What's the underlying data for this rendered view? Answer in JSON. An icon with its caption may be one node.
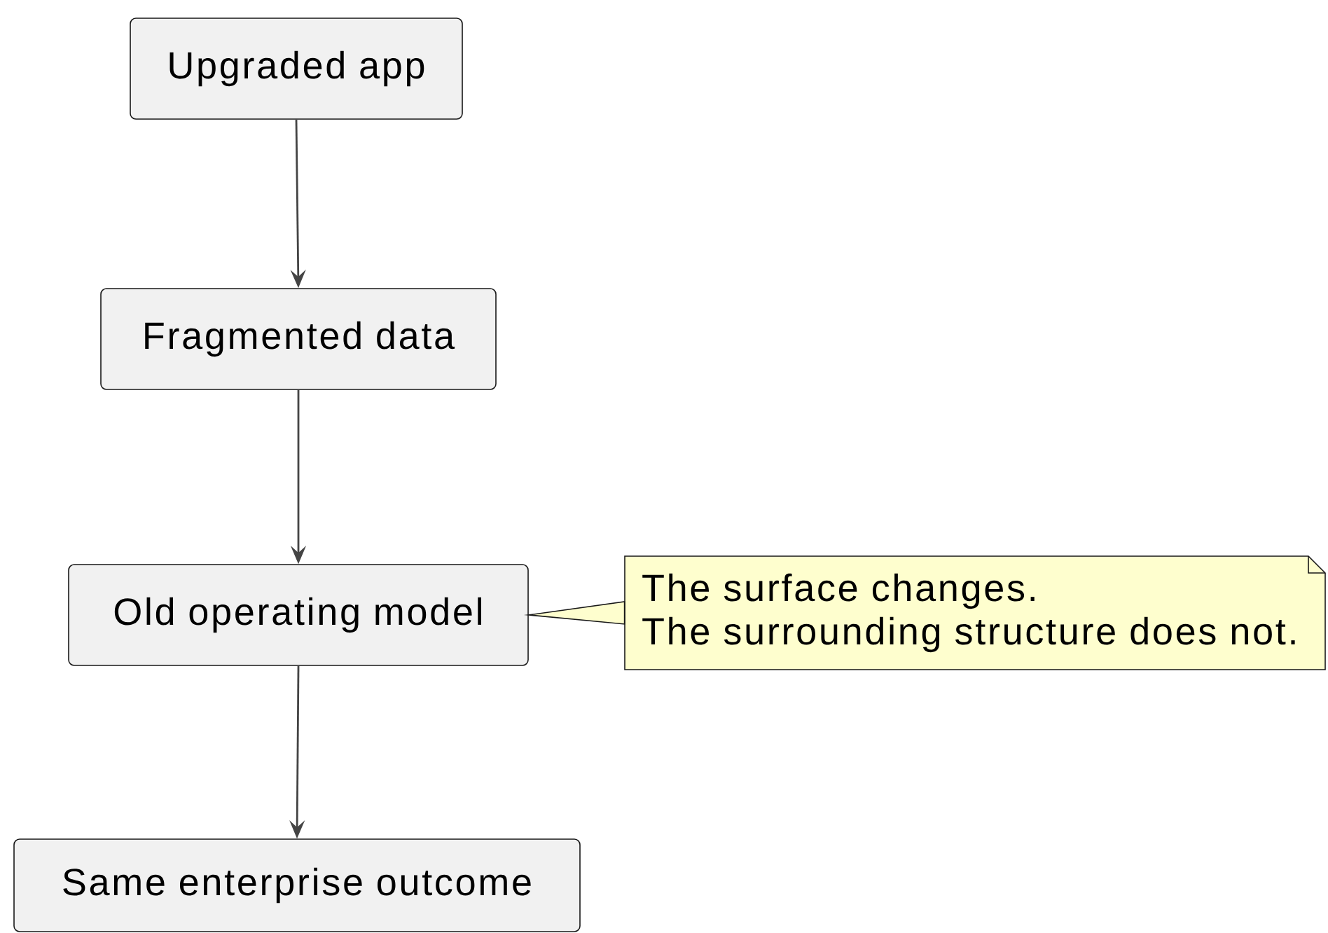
{
  "diagram": {
    "nodes": [
      {
        "text": [
          "Upgraded app"
        ]
      },
      {
        "text": [
          "Fragmented data"
        ]
      },
      {
        "text": [
          "Old operating model"
        ]
      },
      {
        "text": [
          "Same enterprise outcome"
        ]
      },
      {
        "text": [
          "The surface changes.",
          "The surrounding structure does not."
        ]
      }
    ],
    "edges": [
      {
        "from": 0,
        "to": 1,
        "arrow": "to"
      },
      {
        "from": 1,
        "to": 2,
        "arrow": "to"
      },
      {
        "from": 2,
        "to": 3,
        "arrow": "to"
      },
      {
        "from": 4,
        "to": 2,
        "arrow": "none"
      }
    ]
  }
}
